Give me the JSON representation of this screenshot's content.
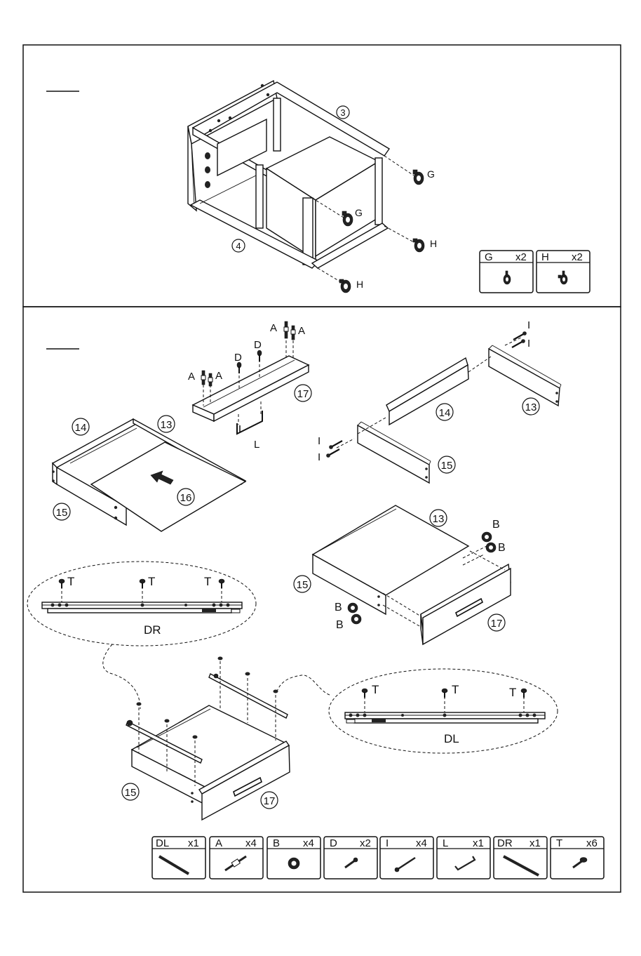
{
  "step1": {
    "part_numbers": [
      "3",
      "4"
    ],
    "hardware_labels": [
      "G",
      "G",
      "H",
      "H"
    ],
    "legend": [
      {
        "code": "G",
        "qty": "x2",
        "icon": "caster-wheel-icon"
      },
      {
        "code": "H",
        "qty": "x2",
        "icon": "caster-wheel-brake-icon"
      }
    ]
  },
  "step2": {
    "part_numbers": {
      "p14a": "14",
      "p13a": "13",
      "p15a": "15",
      "p16": "16",
      "p17a": "17",
      "p14b": "14",
      "p13b": "13",
      "p15b": "15",
      "p13c": "13",
      "p15c": "15",
      "p17b": "17",
      "p15d": "15",
      "p17c": "17"
    },
    "hardware_labels": {
      "A1": "A",
      "A2": "A",
      "A3": "A",
      "A4": "A",
      "D1": "D",
      "D2": "D",
      "L": "L",
      "I1": "I",
      "I2": "I",
      "I3": "I",
      "I4": "I",
      "B1": "B",
      "B2": "B",
      "B3": "B",
      "B4": "B"
    },
    "rail_right": {
      "label": "DR",
      "screw_labels": [
        "T",
        "T",
        "T"
      ]
    },
    "rail_left": {
      "label": "DL",
      "screw_labels": [
        "T",
        "T",
        "T"
      ]
    },
    "legend": [
      {
        "code": "DL",
        "qty": "x1",
        "icon": "slide-rail-icon"
      },
      {
        "code": "A",
        "qty": "x4",
        "icon": "cam-bolt-icon"
      },
      {
        "code": "B",
        "qty": "x4",
        "icon": "cam-lock-icon"
      },
      {
        "code": "D",
        "qty": "x2",
        "icon": "short-screw-icon"
      },
      {
        "code": "I",
        "qty": "x4",
        "icon": "long-screw-icon"
      },
      {
        "code": "L",
        "qty": "x1",
        "icon": "handle-icon"
      },
      {
        "code": "DR",
        "qty": "x1",
        "icon": "slide-rail-icon"
      },
      {
        "code": "T",
        "qty": "x6",
        "icon": "pan-screw-icon"
      }
    ]
  }
}
